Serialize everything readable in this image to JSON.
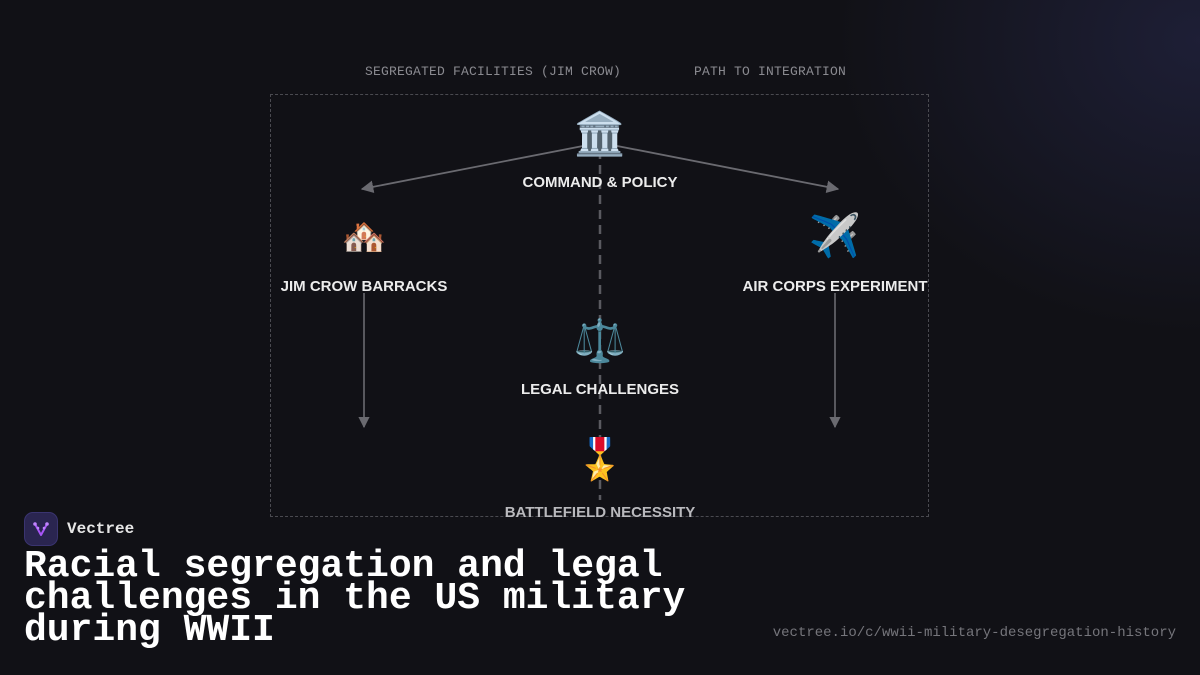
{
  "diagram": {
    "column_headers": {
      "left": "SEGREGATED FACILITIES (JIM CROW)",
      "right": "PATH TO INTEGRATION"
    },
    "nodes": [
      {
        "id": "command",
        "label": "COMMAND & POLICY",
        "icon": "🏛️",
        "icon_name": "classical-building-icon"
      },
      {
        "id": "barracks",
        "label": "JIM CROW BARRACKS",
        "icon": "🏘️",
        "icon_name": "houses-icon"
      },
      {
        "id": "aircorps",
        "label": "AIR CORPS EXPERIMENT",
        "icon": "✈️",
        "icon_name": "airplane-icon"
      },
      {
        "id": "legal",
        "label": "LEGAL CHALLENGES",
        "icon": "⚖️",
        "icon_name": "balance-scale-icon"
      },
      {
        "id": "battlefield",
        "label": "BATTLEFIELD NECESSITY",
        "icon": "🎖️",
        "icon_name": "military-medal-icon"
      }
    ],
    "edges": [
      {
        "from": "command",
        "to": "barracks",
        "style": "solid-arrow"
      },
      {
        "from": "command",
        "to": "aircorps",
        "style": "solid-arrow"
      },
      {
        "from": "barracks",
        "to": "down",
        "style": "solid-arrow"
      },
      {
        "from": "aircorps",
        "to": "down",
        "style": "solid-arrow"
      },
      {
        "from": "command",
        "to": "battlefield",
        "style": "dashed-vertical"
      }
    ]
  },
  "brand": {
    "name": "Vectree"
  },
  "title": "Racial segregation and legal challenges in the US military during WWII",
  "url": "vectree.io/c/wwii-military-desegregation-history",
  "colors": {
    "background": "#111116",
    "edge": "#6a6a70",
    "label": "#ececec",
    "brand_accent": "#a855f7"
  }
}
